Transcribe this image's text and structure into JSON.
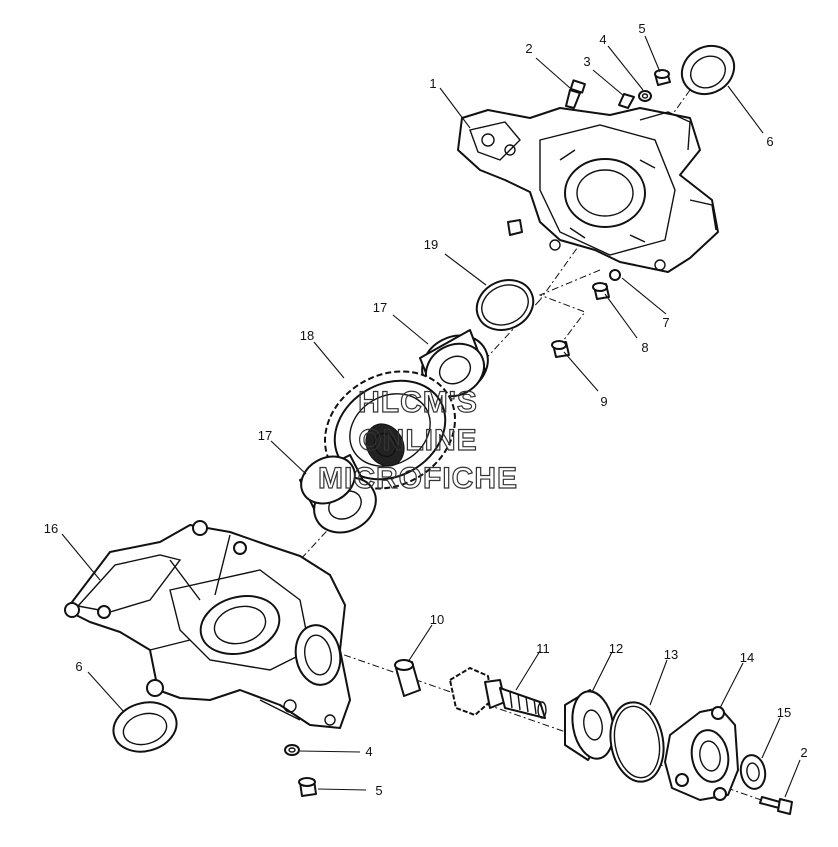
{
  "callouts": {
    "c1": "1",
    "c2a": "2",
    "c3": "3",
    "c4a": "4",
    "c5a": "5",
    "c6a": "6",
    "c7": "7",
    "c8": "8",
    "c9": "9",
    "c19": "19",
    "c17a": "17",
    "c18": "18",
    "c17b": "17",
    "c16": "16",
    "c6b": "6",
    "c4b": "4",
    "c5b": "5",
    "c10": "10",
    "c11": "11",
    "c12": "12",
    "c13": "13",
    "c14": "14",
    "c15": "15",
    "c2b": "2"
  },
  "watermark": {
    "line1": "HLCM'S",
    "line2": "ONLINE",
    "line3": "MICROFICHE"
  }
}
